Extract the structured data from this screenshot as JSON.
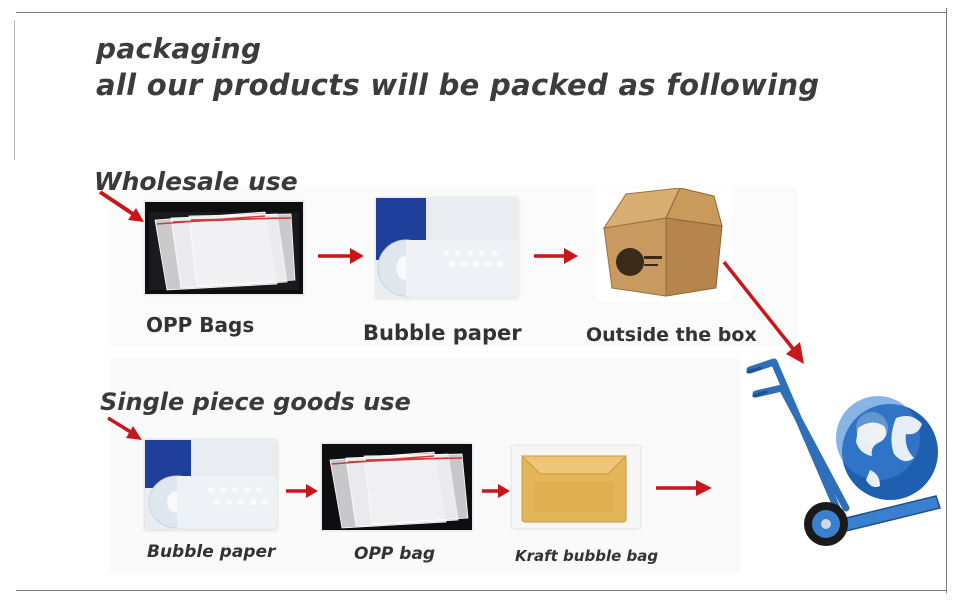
{
  "heading": {
    "line1": "packaging",
    "line2": "all our products will be  packed as following"
  },
  "wholesale": {
    "label": "Wholesale use",
    "steps": [
      {
        "caption": "OPP Bags",
        "icon": "opp-bags-photo"
      },
      {
        "caption": "Bubble paper",
        "icon": "bubble-paper-photo"
      },
      {
        "caption": "Outside the box",
        "icon": "carton-box-photo"
      }
    ]
  },
  "single": {
    "label": "Single piece goods use",
    "steps": [
      {
        "caption": "Bubble paper",
        "icon": "bubble-paper-photo"
      },
      {
        "caption": "OPP bag",
        "icon": "opp-bag-photo"
      },
      {
        "caption": "Kraft bubble bag",
        "icon": "kraft-bubble-bag-photo"
      }
    ]
  },
  "colors": {
    "arrow": "#c8161d",
    "text": "#3a3a3a",
    "trolley": "#2f6fb8",
    "globe": "#1f5fb0"
  }
}
